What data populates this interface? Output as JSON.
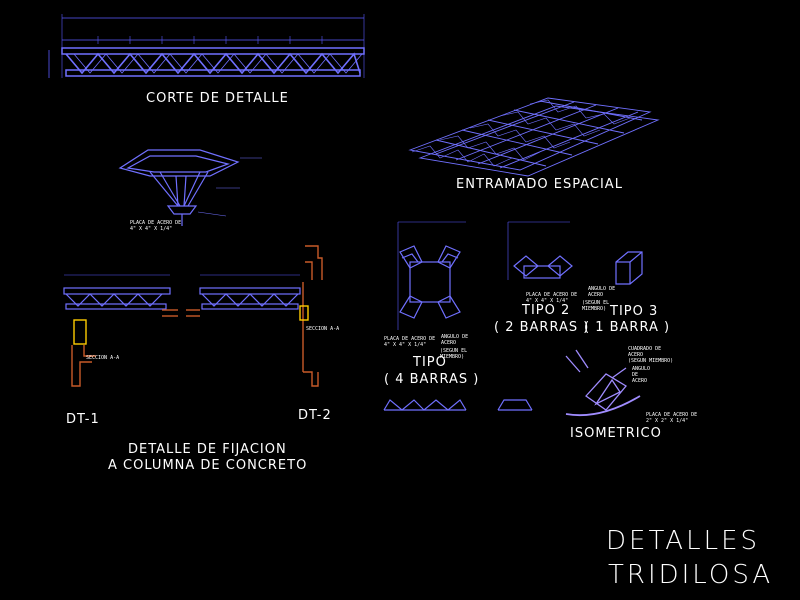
{
  "labels": {
    "corte": "CORTE DE DETALLE",
    "entramado": "ENTRAMADO ESPACIAL",
    "fijacion_1": "DETALLE DE FIJACION",
    "fijacion_2": "A COLUMNA DE CONCRETO",
    "dt1": "DT-1",
    "dt2": "DT-2",
    "tipo1": "TIPO",
    "tipo1_sub": "( 4 BARRAS )",
    "tipo2": "TIPO 2",
    "tipo2_sub": "( 2 BARRAS )",
    "tipo3": "TIPO 3",
    "tipo3_sub": "( 1 BARRA )",
    "isometrico": "ISOMETRICO",
    "title_1": "DETALLES",
    "title_2": "TRIDILOSA"
  },
  "notes": {
    "placa_1": "PLACA DE ACERO DE",
    "placa_1b": "4\" X 4\" X 1/4\"",
    "angulo_1": "ANGULO DE",
    "angulo_1b": "ACERO",
    "segun_1": "(SEGUN EL",
    "segun_1b": "MIEMBRO)",
    "placa_2": "PLACA DE ACERO DE",
    "placa_2b": "4\" X 4\" X 1/4\"",
    "segun_2": "(SEGUN EL",
    "segun_2b": "MIEMBRO)",
    "angulo_3": "ANGULO DE",
    "angulo_3b": "ACERO",
    "cuadrado": "CUADRADO DE",
    "cuadrado_b": "ACERO",
    "cuadrado_c": "(SEGUN MIEMBRO)",
    "angulo_4": "ANGULO",
    "angulo_4b": "DE",
    "angulo_4c": "ACERO",
    "placa_iso": "PLACA DE ACERO DE",
    "placa_iso_b": "2\" X 2\" X 1/4\"",
    "placa_det": "PLACA DE ACERO DE",
    "placa_det_b": "4\" X 4\" X 1/4\"",
    "sec_1": "SECCION A-A",
    "sec_2": "SECCION A-A"
  },
  "colors": {
    "background": "#000000",
    "structure": "#7070ff",
    "dimension": "#5a5aff",
    "column": "#c85a28",
    "text": "#ffffff",
    "highlight": "#ffcc00",
    "isometric": "#a08cff"
  }
}
